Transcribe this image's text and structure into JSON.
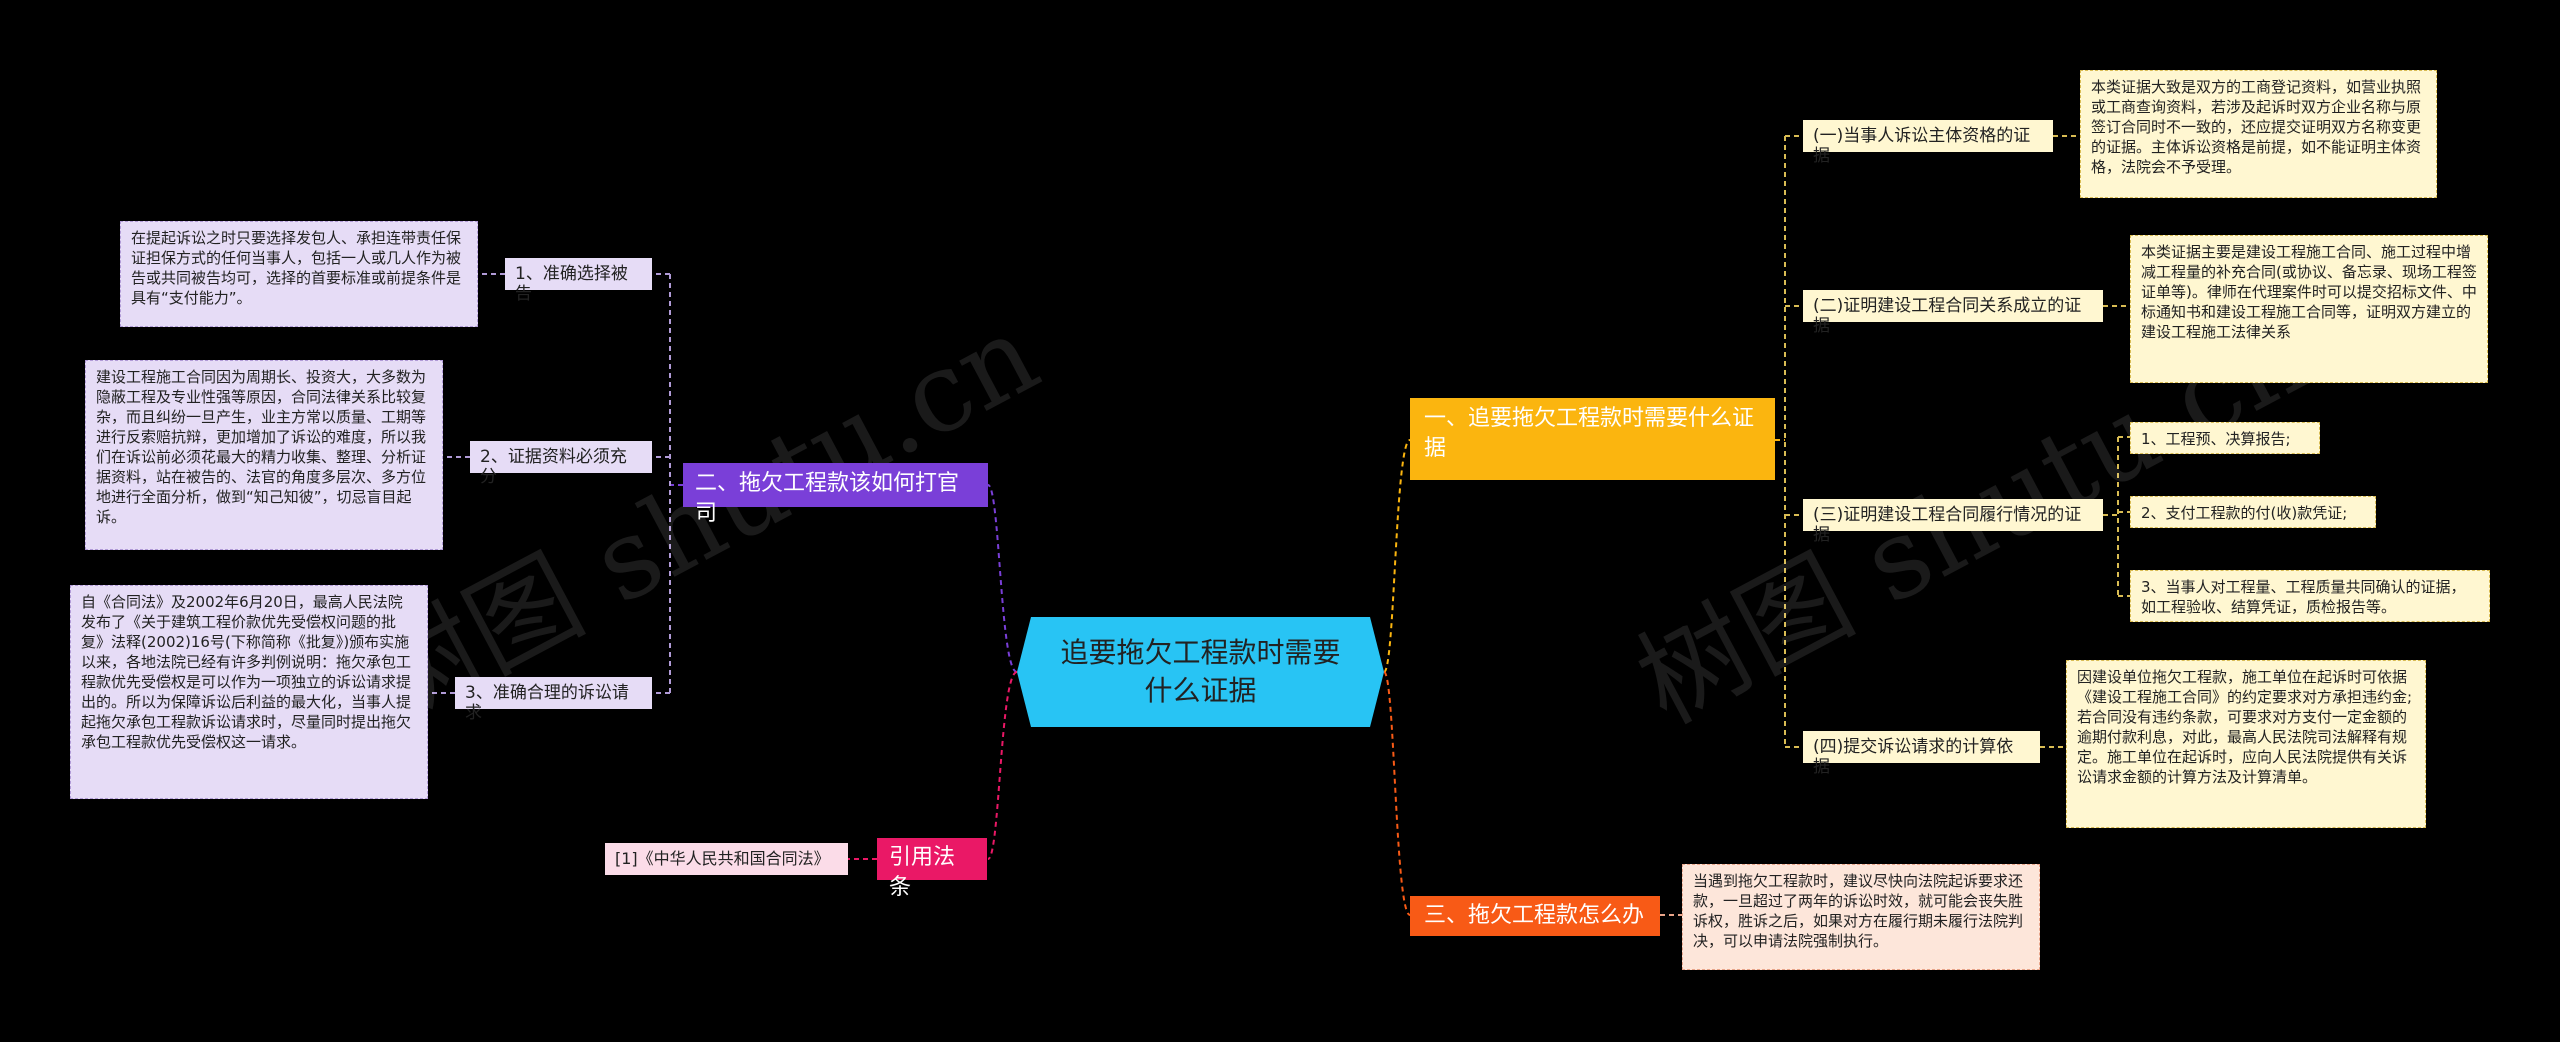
{
  "center": {
    "title": "追要拖欠工程款时需要什么证据"
  },
  "right": {
    "branch1": {
      "label": "一、追要拖欠工程款时需要什么证据",
      "items": [
        {
          "label": "(一)当事人诉讼主体资格的证据",
          "detail": "本类证据大致是双方的工商登记资料，如营业执照或工商查询资料，若涉及起诉时双方企业名称与原签订合同时不一致的，还应提交证明双方名称变更的证据。主体诉讼资格是前提，如不能证明主体资格，法院会不予受理。"
        },
        {
          "label": "(二)证明建设工程合同关系成立的证据",
          "detail": "本类证据主要是建设工程施工合同、施工过程中增减工程量的补充合同(或协议、备忘录、现场工程签证单等)。律师在代理案件时可以提交招标文件、中标通知书和建设工程施工合同等，证明双方建立的建设工程施工法律关系"
        },
        {
          "label": "(三)证明建设工程合同履行情况的证据",
          "subs": [
            "1、工程预、决算报告;",
            "2、支付工程款的付(收)款凭证;",
            "3、当事人对工程量、工程质量共同确认的证据，如工程验收、结算凭证，质检报告等。"
          ]
        },
        {
          "label": "(四)提交诉讼请求的计算依据",
          "detail": "因建设单位拖欠工程款，施工单位在起诉时可依据《建设工程施工合同》的约定要求对方承担违约金;若合同没有违约条款，可要求对方支付一定金额的逾期付款利息，对此，最高人民法院司法解释有规定。施工单位在起诉时，应向人民法院提供有关诉讼请求金额的计算方法及计算清单。"
        }
      ]
    },
    "branch3": {
      "label": "三、拖欠工程款怎么办",
      "detail": "当遇到拖欠工程款时，建议尽快向法院起诉要求还款，一旦超过了两年的诉讼时效，就可能会丧失胜诉权，胜诉之后，如果对方在履行期未履行法院判决，可以申请法院强制执行。"
    }
  },
  "left": {
    "branch2": {
      "label": "二、拖欠工程款该如何打官司",
      "items": [
        {
          "label": "1、准确选择被告",
          "detail": "在提起诉讼之时只要选择发包人、承担连带责任保证担保方式的任何当事人，包括一人或几人作为被告或共同被告均可，选择的首要标准或前提条件是具有“支付能力”。"
        },
        {
          "label": "2、证据资料必须充分",
          "detail": "建设工程施工合同因为周期长、投资大，大多数为隐蔽工程及专业性强等原因，合同法律关系比较复杂，而且纠纷一旦产生，业主方常以质量、工期等进行反索赔抗辩，更加增加了诉讼的难度，所以我们在诉讼前必须花最大的精力收集、整理、分析证据资料，站在被告的、法官的角度多层次、多方位地进行全面分析，做到“知己知彼”，切忌盲目起诉。"
        },
        {
          "label": "3、准确合理的诉讼请求",
          "detail": "自《合同法》及2002年6月20日，最高人民法院发布了《关于建筑工程价款优先受偿权问题的批复》法释(2002)16号(下称简称《批复》)颁布实施以来，各地法院已经有许多判例说明：拖欠承包工程款优先受偿权是可以作为一项独立的诉讼请求提出的。所以为保障诉讼后利益的最大化，当事人提起拖欠承包工程款诉讼请求时，尽量同时提出拖欠承包工程款优先受偿权这一请求。"
        }
      ]
    },
    "citation": {
      "label": "引用法条",
      "item": "[1]《中华人民共和国合同法》"
    }
  },
  "watermarks": [
    "树图 shutu.cn",
    "树图 shutu.cn"
  ],
  "colors": {
    "background": "#000000",
    "center": "#28c4f4",
    "branch1": "#fbb50f",
    "branch2": "#7a3fd8",
    "branch3": "#f85a16",
    "citation": "#ea1866"
  }
}
